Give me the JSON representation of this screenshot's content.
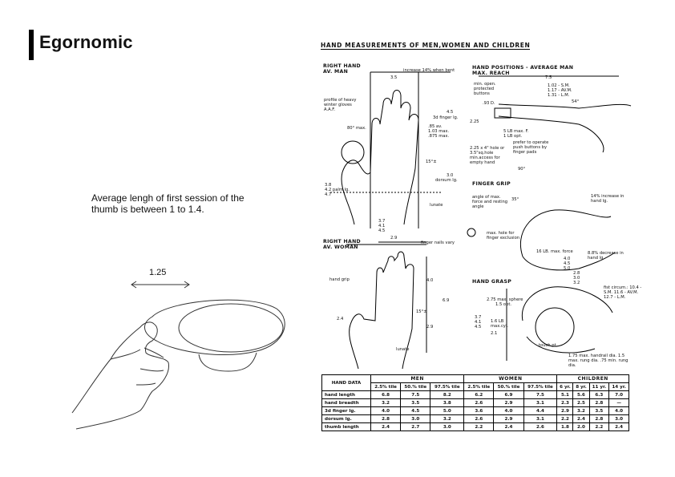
{
  "slide": {
    "title": "Egornomic",
    "note": "Average lengh of first session of the thumb is between 1 to 1.4.",
    "measure_label": "1.25"
  },
  "plate": {
    "title": "HAND MEASUREMENTS OF MEN,WOMEN AND CHILDREN",
    "right_hand_man": [
      "RIGHT HAND",
      "AV. MAN"
    ],
    "right_hand_woman": [
      "RIGHT HAND",
      "AV. WOMAN"
    ],
    "positions_title": [
      "HAND POSITIONS - AVERAGE MAN",
      "MAX. REACH"
    ],
    "finger_grip": "FINGER GRIP",
    "hand_grasp": "HAND GRASP",
    "man_labels": {
      "increase": "increase 14% when bent",
      "w35": "3.5",
      "profile": "profile of heavy winter gloves A.A.F.",
      "third_finger": "3d finger lg.",
      "d45": "4.5",
      "av85": ".85 av.",
      "max103": "1.03 max.",
      "max875": ".875 max.",
      "deg80": "80° max.",
      "deg15": "15°±",
      "dorsum": "dorsum lg.",
      "d30": "3.0",
      "palm": "4.2 palm lg.",
      "palm1": "3.8",
      "palm3": "4.7",
      "lunate": "lunate",
      "bottom": [
        "3.7",
        "4.1",
        "4.5"
      ]
    },
    "woman_labels": {
      "w29": "2.9",
      "nails": "finger nails vary",
      "grip": "hand grip",
      "d40": "4.0",
      "d69": "6.9",
      "deg15": "15°±",
      "d29": "2.9",
      "d24": "2.4",
      "lunate": "lunate"
    },
    "positions_labels": {
      "d75": "7.5",
      "min_open": "min. open. protected buttons",
      "d93": ".93 D.",
      "sm": "1.02 - S.M.",
      "av": "1.17 - AV.M.",
      "lm": "1.31 - L.M.",
      "deg54": "54°",
      "d225": "2.25",
      "lbmax": "5 LB max. F.",
      "lbopt": "1 LB opt.",
      "hole": "2.25 x 4\" hole or 3.5\"sq.hole min.access for empty hand",
      "prefer": "prefer to operate push buttons by finger pads",
      "deg90": "90°"
    },
    "grip_labels": {
      "angle": "angle of max. force and resting angle",
      "deg35": "35°",
      "increase": "14% increase in hand lg.",
      "maxhole": "max. hole for finger exclusion",
      "force": "16 LB. max. force",
      "decrease": "8.8% decrease in hand lg.",
      "vals": [
        "4.0",
        "4.5",
        "5.0"
      ]
    },
    "grasp_labels": {
      "sphere": "2.75 max. sphere",
      "opt": "1.5 opt.",
      "cyl": "1.6 LB max.cyl.",
      "cyl2": "2.1",
      "left_vals": [
        "3.7",
        "4.1",
        "4.5"
      ],
      "top_vals": [
        "2.8",
        "3.0",
        "3.2"
      ],
      "fist": "fist circum.: 10.4 - S.M. 11.6 - AV.M. 12.7 - L.M.",
      "touch": "touch pt.",
      "handrail": "1.75 max. handrail dia. 1.5 max. rung dia. .75 min. rung dia."
    }
  },
  "table": {
    "corner": "HAND DATA",
    "groups": [
      "MEN",
      "WOMEN",
      "CHILDREN"
    ],
    "subheads": [
      "2.5% tile",
      "50.% tile",
      "97.5% tile",
      "2.5% tile",
      "50.% tile",
      "97.5% tile",
      "6 yr.",
      "8 yr.",
      "11 yr.",
      "14 yr."
    ],
    "rows": [
      {
        "label": "hand length",
        "values": [
          "6.8",
          "7.5",
          "8.2",
          "6.2",
          "6.9",
          "7.5",
          "5.1",
          "5.6",
          "6.3",
          "7.0"
        ]
      },
      {
        "label": "hand breadth",
        "values": [
          "3.2",
          "3.5",
          "3.8",
          "2.6",
          "2.9",
          "3.1",
          "2.3",
          "2.5",
          "2.8",
          "—"
        ]
      },
      {
        "label": "3d finger lg.",
        "values": [
          "4.0",
          "4.5",
          "5.0",
          "3.6",
          "4.0",
          "4.4",
          "2.9",
          "3.2",
          "3.5",
          "4.0"
        ]
      },
      {
        "label": "dorsum lg.",
        "values": [
          "2.8",
          "3.0",
          "3.2",
          "2.6",
          "2.9",
          "3.1",
          "2.2",
          "2.4",
          "2.8",
          "3.0"
        ]
      },
      {
        "label": "thumb length",
        "values": [
          "2.4",
          "2.7",
          "3.0",
          "2.2",
          "2.4",
          "2.6",
          "1.8",
          "2.0",
          "2.2",
          "2.4"
        ]
      }
    ]
  }
}
